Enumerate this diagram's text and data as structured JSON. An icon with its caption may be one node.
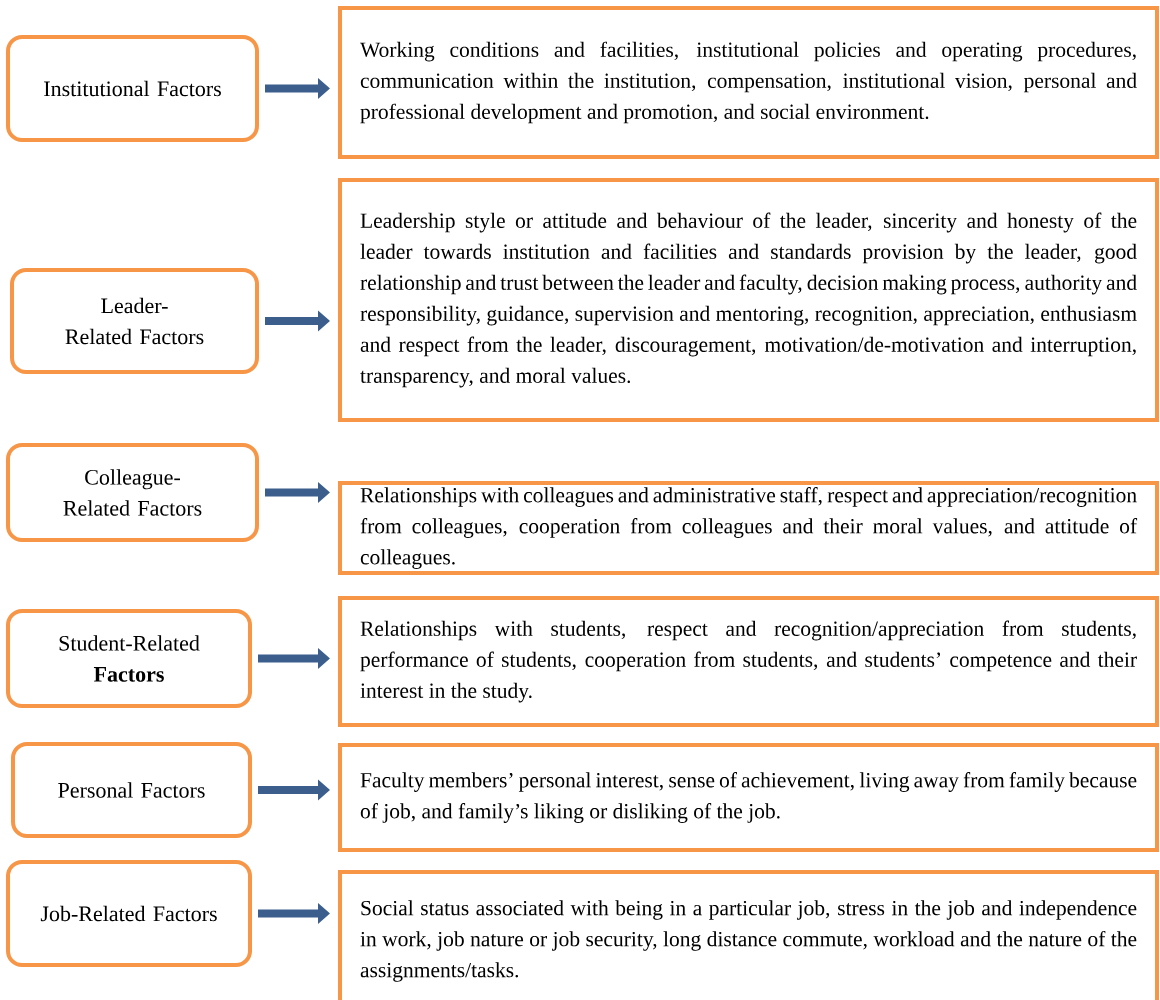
{
  "diagram": {
    "nodes": [
      {
        "text": [
          "Institutional Factors"
        ]
      },
      {
        "text": [
          "Working conditions and facilities, institutional policies and operating procedures, communication within the institution, compensation, institutional vision, personal and professional development and promotion, and social environment."
        ]
      },
      {
        "text": [
          "Leader-Related Factors"
        ]
      },
      {
        "text": [
          "Leadership style or attitude and behaviour of the leader, sincerity and honesty of the leader towards institution and facilities and standards provision by the leader, good relationship and trust between the leader and faculty, decision making process, authority and responsibility, guidance, supervision and mentoring, recognition, appreciation, enthusiasm and respect from the leader, discouragement, motivation/de-motivation and interruption, transparency, and moral values."
        ]
      },
      {
        "text": [
          "Colleague-Related Factors"
        ]
      },
      {
        "text": [
          "Relationships with colleagues and administrative staff, respect and appreciation/recognition from colleagues, cooperation from colleagues and their moral values, and attitude of colleagues."
        ]
      },
      {
        "text": [
          "Student-Related **Factors**"
        ]
      },
      {
        "text": [
          "Relationships with students, respect and recognition/appreciation from students, performance of students, cooperation from students, and students’ competence and their interest in the study."
        ]
      },
      {
        "text": [
          "Personal Factors"
        ]
      },
      {
        "text": [
          "Faculty members’ personal interest, sense of achievement, living away from family because of job, and family’s liking or disliking of the job."
        ]
      },
      {
        "text": [
          "Job-Related Factors"
        ]
      },
      {
        "text": [
          "Social status associated with being in a particular job, stress in the job and independence in work, job nature or job security, long distance commute, workload and the nature of the assignments/tasks."
        ]
      }
    ],
    "edges": [
      {
        "from": 0,
        "to": 1,
        "arrow": "to"
      },
      {
        "from": 2,
        "to": 3,
        "arrow": "to"
      },
      {
        "from": 4,
        "to": 5,
        "arrow": "to"
      },
      {
        "from": 6,
        "to": 7,
        "arrow": "to"
      },
      {
        "from": 8,
        "to": 9,
        "arrow": "to"
      },
      {
        "from": 10,
        "to": 11,
        "arrow": "to"
      }
    ]
  }
}
